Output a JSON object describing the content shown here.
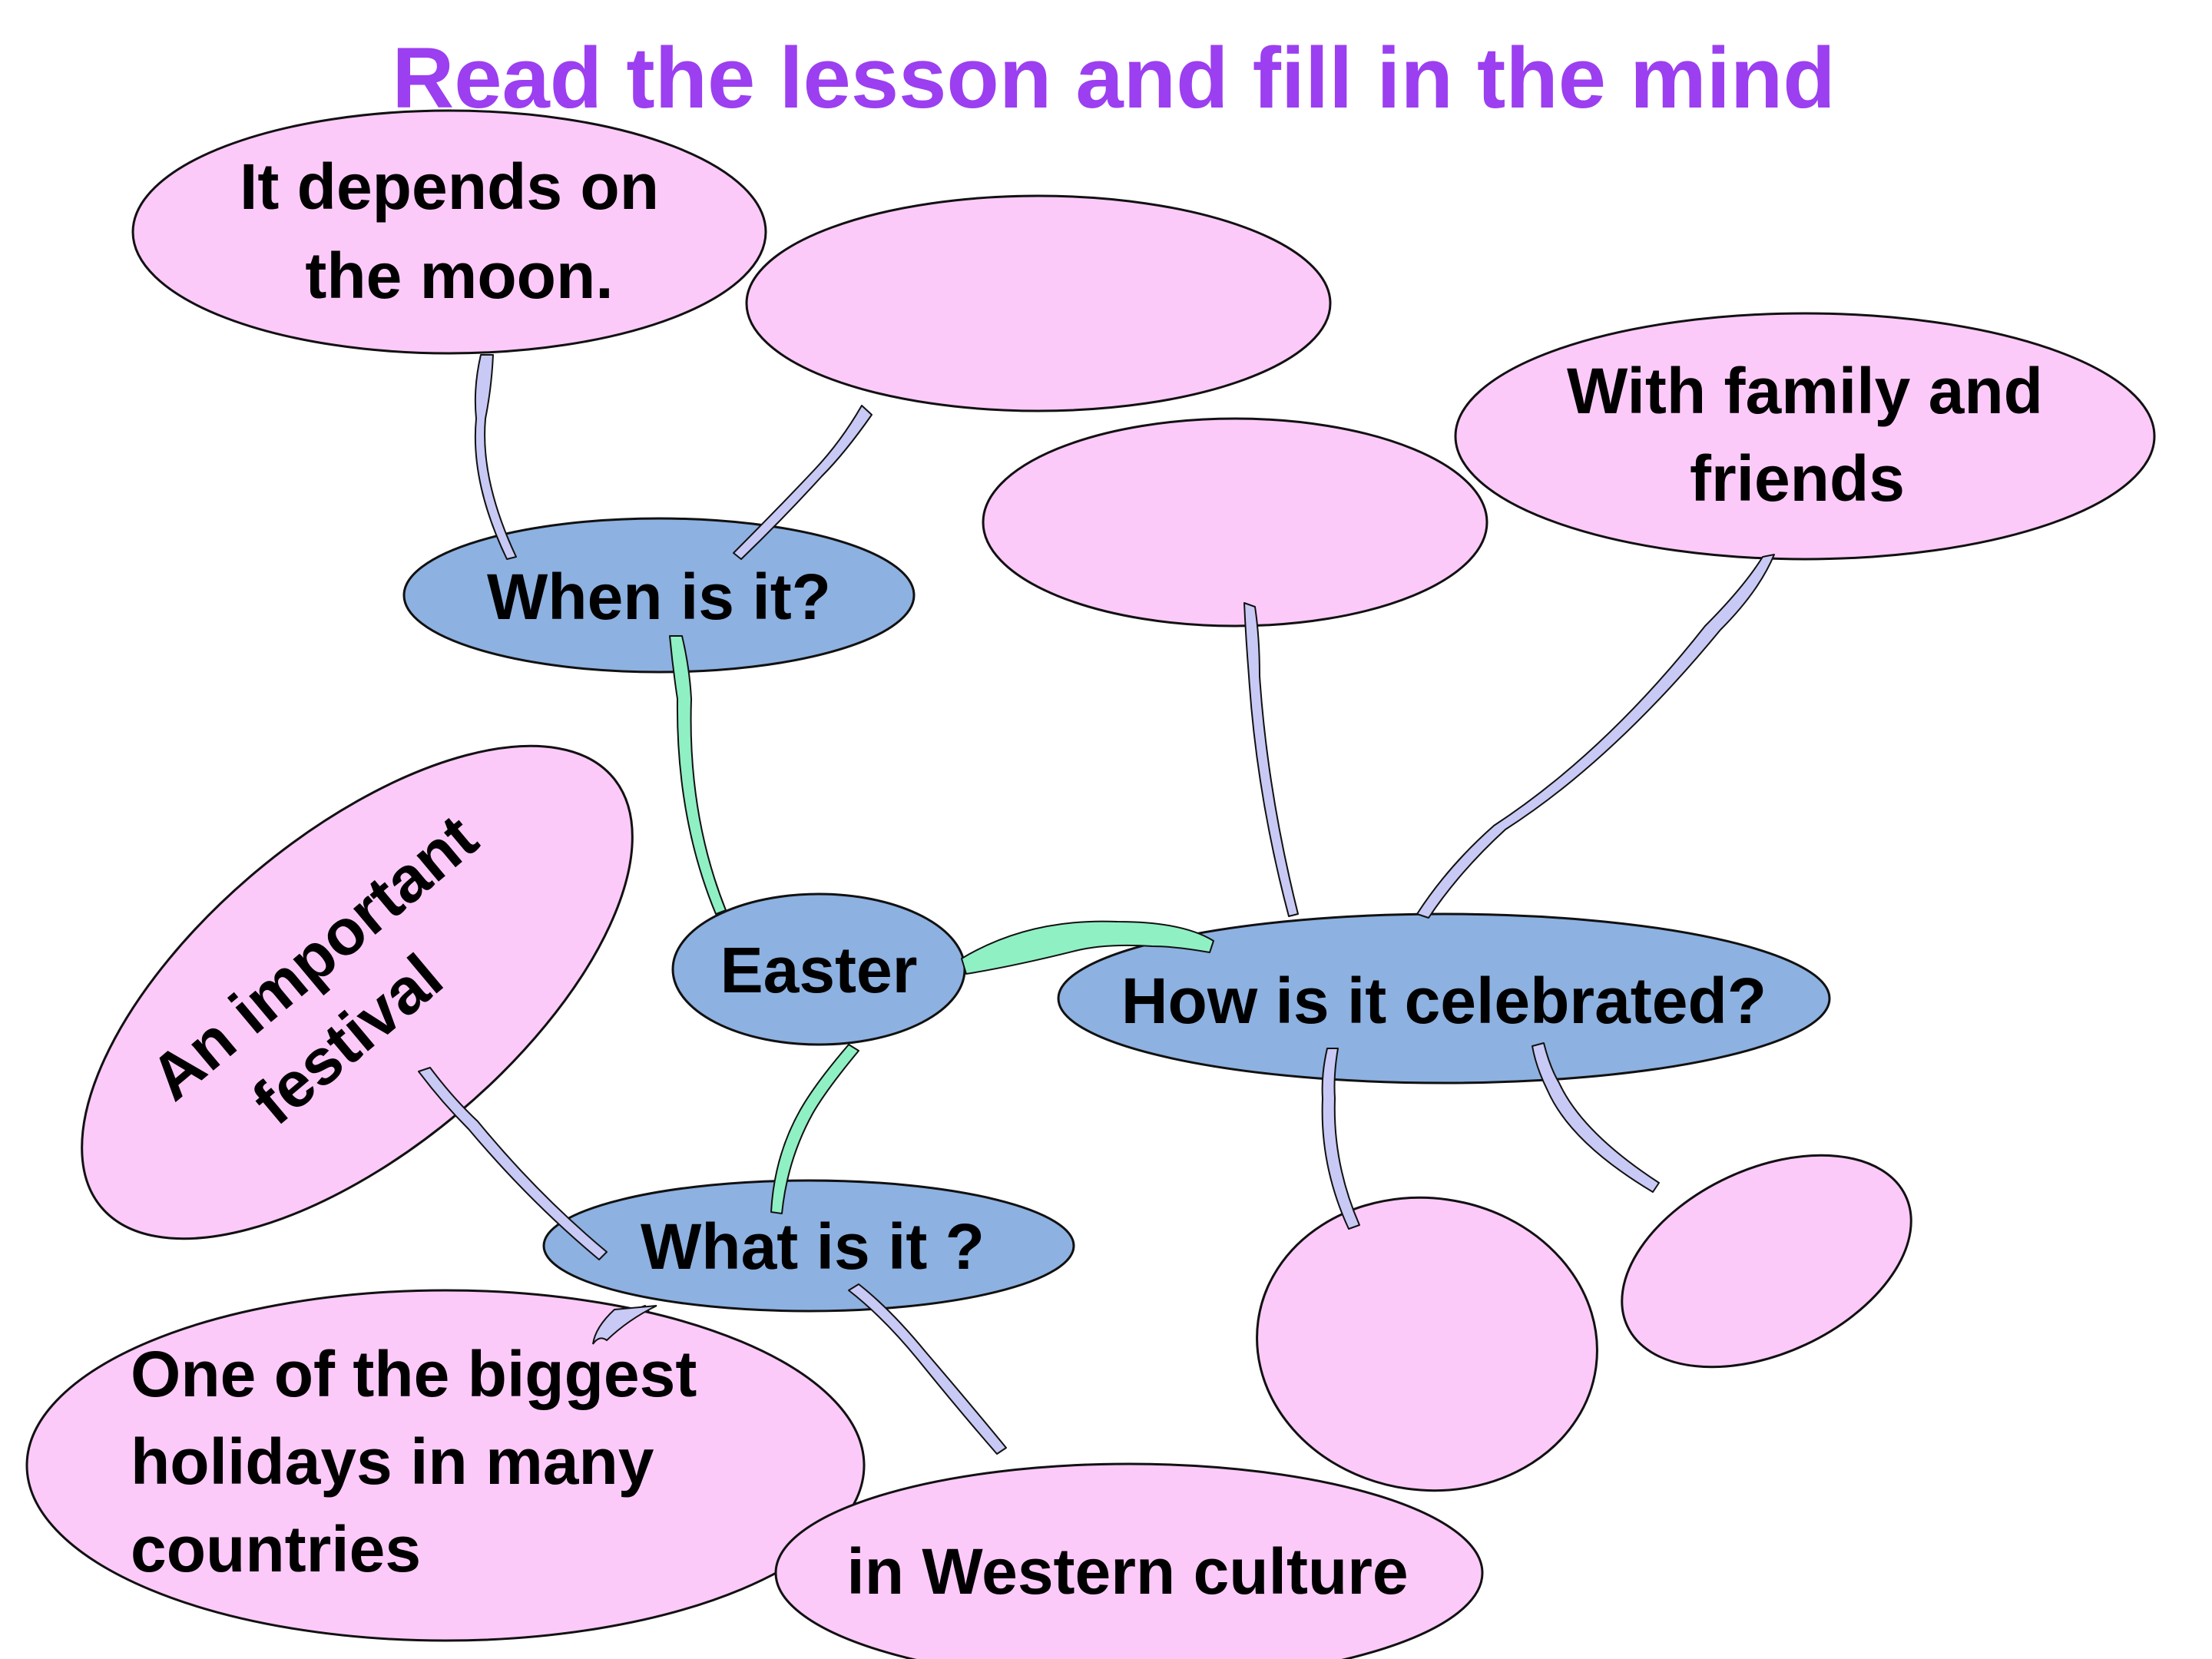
{
  "title": "Read the lesson and fill in the mind",
  "colors": {
    "title": "#9b3ff0",
    "answer_fill": "#fccaf9",
    "question_fill": "#8db1e0",
    "outline": "#111111",
    "arrow_lavender": "#c9c9f5",
    "arrow_mint": "#8ff0c4"
  },
  "center": {
    "label": "Easter"
  },
  "questions": {
    "when": "When is it?",
    "how": "How is it celebrated?",
    "what": "What is it ?"
  },
  "answers": {
    "moon_line1": "It depends on",
    "moon_line2": "the moon.",
    "family_line1": "With family and",
    "family_line2": "friends",
    "festival_line1": "An important",
    "festival_line2": "festival",
    "holidays_line1": "One of the biggest",
    "holidays_line2": "holidays in many",
    "holidays_line3": "countries",
    "western": "in Western culture"
  }
}
